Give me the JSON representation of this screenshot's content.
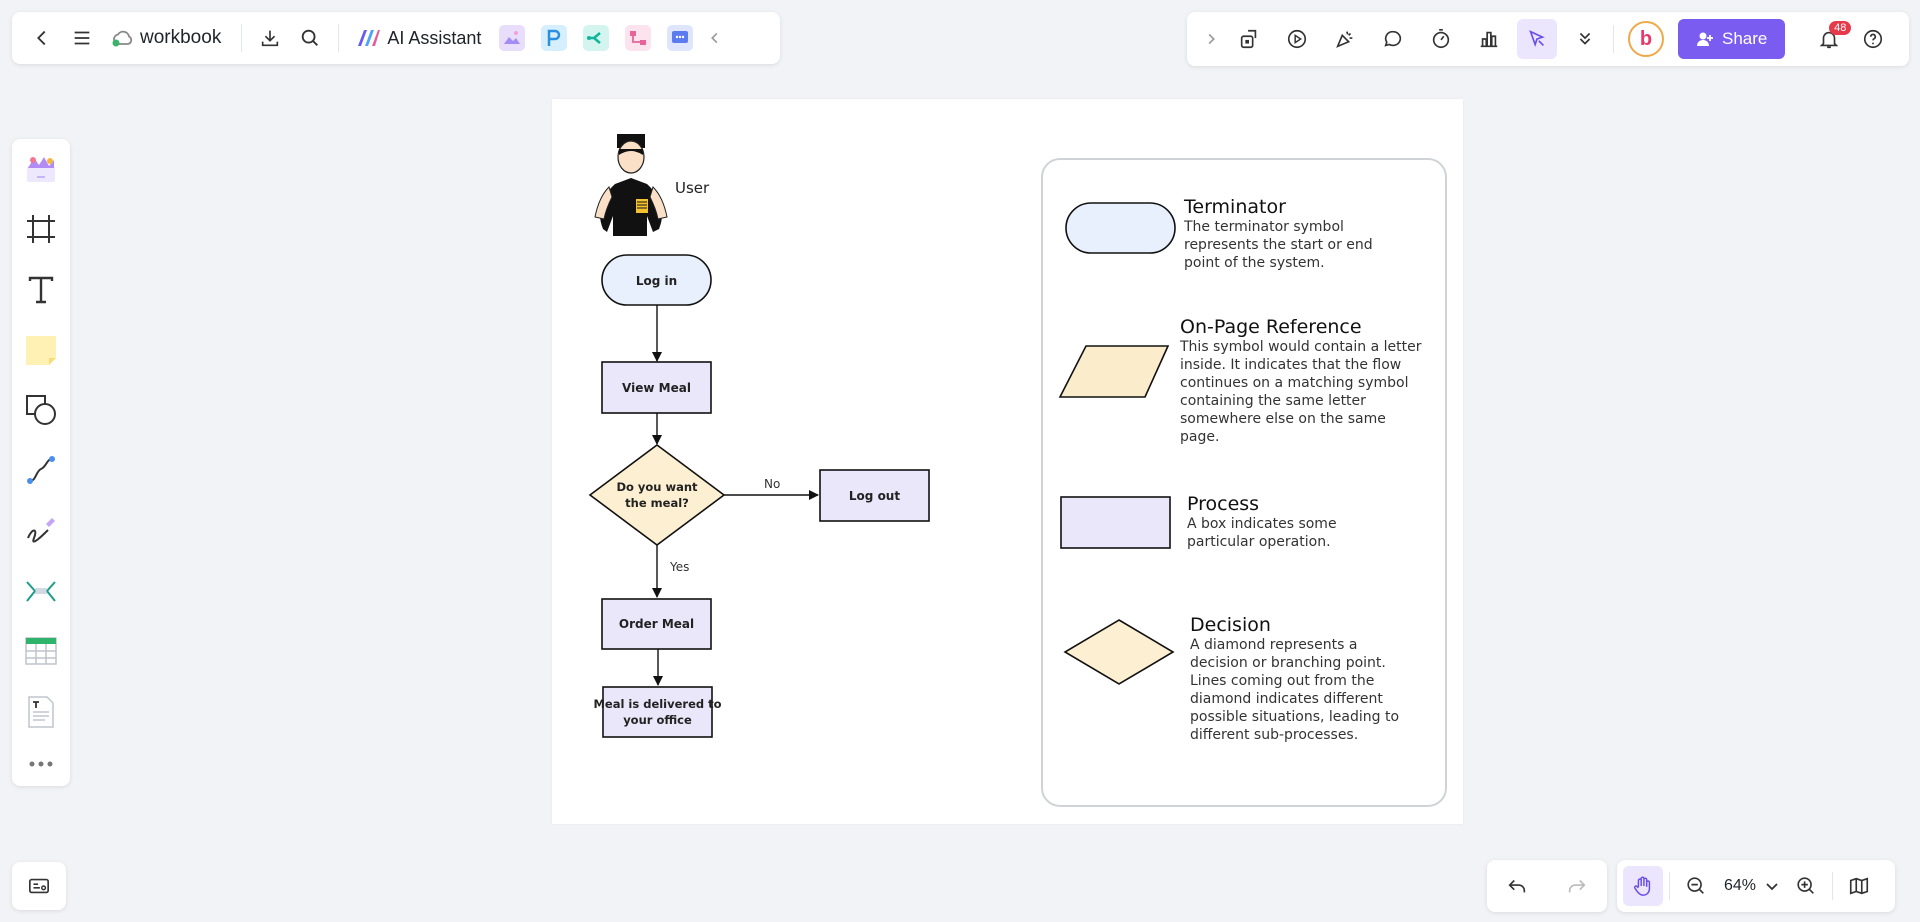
{
  "topbar": {
    "doc_title": "workbook",
    "ai_label": "AI Assistant",
    "share_label": "Share",
    "notifications_count": "48",
    "avatar_letter": "b"
  },
  "zoom": {
    "level": "64%"
  },
  "diagram": {
    "user_label": "User",
    "nodes": {
      "login": "Log in",
      "view_meal": "View Meal",
      "decision_line1": "Do you want",
      "decision_line2": "the meal?",
      "logout": "Log out",
      "order_meal": "Order Meal",
      "delivered_line1": "Meal is delivered to",
      "delivered_line2": "your office"
    },
    "edges": {
      "no": "No",
      "yes": "Yes"
    },
    "legend": [
      {
        "title": "Terminator",
        "lines": [
          "The terminator symbol",
          "represents the start or end",
          "point of the system."
        ]
      },
      {
        "title": "On-Page Reference",
        "lines": [
          "This symbol would contain a letter",
          "inside. It indicates that the flow",
          "continues on a matching symbol",
          "containing the same letter",
          "somewhere else on the same",
          "page."
        ]
      },
      {
        "title": "Process",
        "lines": [
          "A box indicates some",
          "particular operation."
        ]
      },
      {
        "title": "Decision",
        "lines": [
          "A diamond represents a",
          "decision or branching point.",
          "Lines coming out from the",
          "diamond indicates different",
          "possible situations, leading to",
          "different sub-processes."
        ]
      }
    ]
  },
  "colors": {
    "accent": "#7b5cf0",
    "terminator_fill": "#e8effd",
    "process_fill": "#ebe7fb",
    "decision_fill": "#fcefd2",
    "reference_fill": "#fbeccb"
  }
}
